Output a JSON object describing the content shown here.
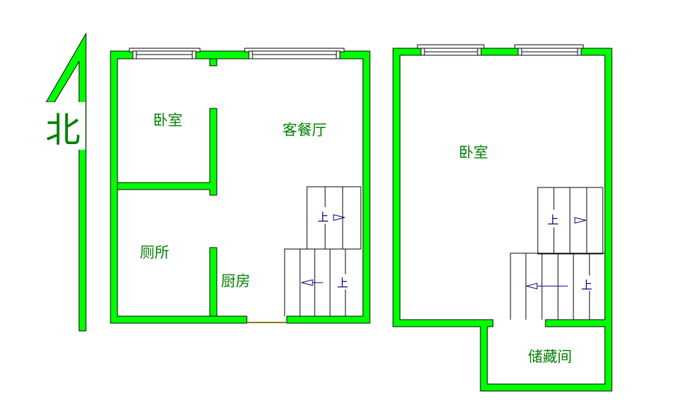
{
  "compass": {
    "label": "北"
  },
  "floor1": {
    "rooms": {
      "bedroom": "卧室",
      "living_dining": "客餐厅",
      "toilet": "厕所",
      "kitchen": "厨房"
    },
    "stairs": {
      "up1": "上",
      "up2": "上"
    }
  },
  "floor2": {
    "rooms": {
      "bedroom": "卧室",
      "storage": "储藏间"
    },
    "stairs": {
      "up1": "上",
      "up2": "上"
    }
  },
  "colors": {
    "wall": "#00ff00",
    "label": "#008000",
    "stairs_text": "#000080"
  }
}
